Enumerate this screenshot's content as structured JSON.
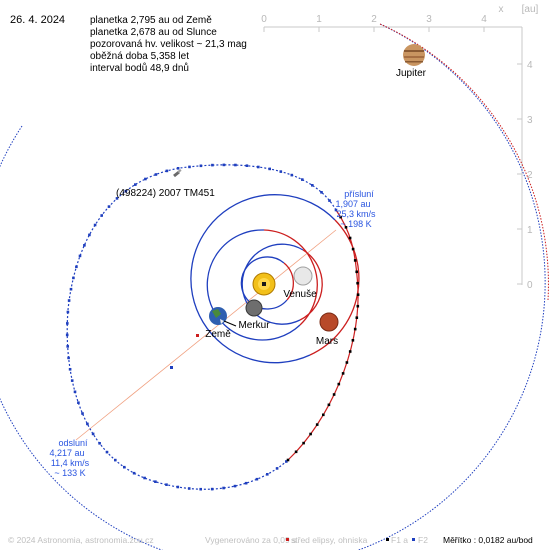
{
  "date": "26. 4. 2024",
  "info_lines": [
    "planetka 2,795 au od Země",
    "planetka 2,678 au od Slunce",
    "pozorovaná hv. velikost ~ 21,3 mag",
    "oběžná doba 5,358 let",
    "interval bodů 48,9 dnů"
  ],
  "axes": {
    "x_ticks": [
      "0",
      "1",
      "2",
      "3",
      "4"
    ],
    "y_ticks": [
      "4",
      "3",
      "2",
      "1",
      "0"
    ],
    "x_label": "x",
    "y_label": "[au]"
  },
  "asteroid_name": "(498224) 2007 TM451",
  "perihelion_lines": [
    "přísluní",
    "1,907 au",
    "25,3 km/s",
    "~ 198 K"
  ],
  "aphelion_lines": [
    "odsluní",
    "4,217 au",
    "11,4 km/s",
    "~ 133 K"
  ],
  "planets": {
    "jupiter": "Jupiter",
    "venus": "Venuše",
    "mercury": "Merkur",
    "earth": "Země",
    "mars": "Mars"
  },
  "footer": {
    "copyright": "© 2024 Astronomia, astronomia.zcu.cz",
    "generated": "Vygenerováno za 0,09 s",
    "legend_center": "střed elipsy, ohniska",
    "f1": "F1 a",
    "f2": "F2",
    "scale": "Měřítko : 0,0182 au/bod"
  },
  "colors": {
    "orbit_blue": "#1f3fbf",
    "orbit_red": "#cc1f1f",
    "label_blue": "#2a55e0",
    "axis_gray": "#c8c8c8"
  }
}
